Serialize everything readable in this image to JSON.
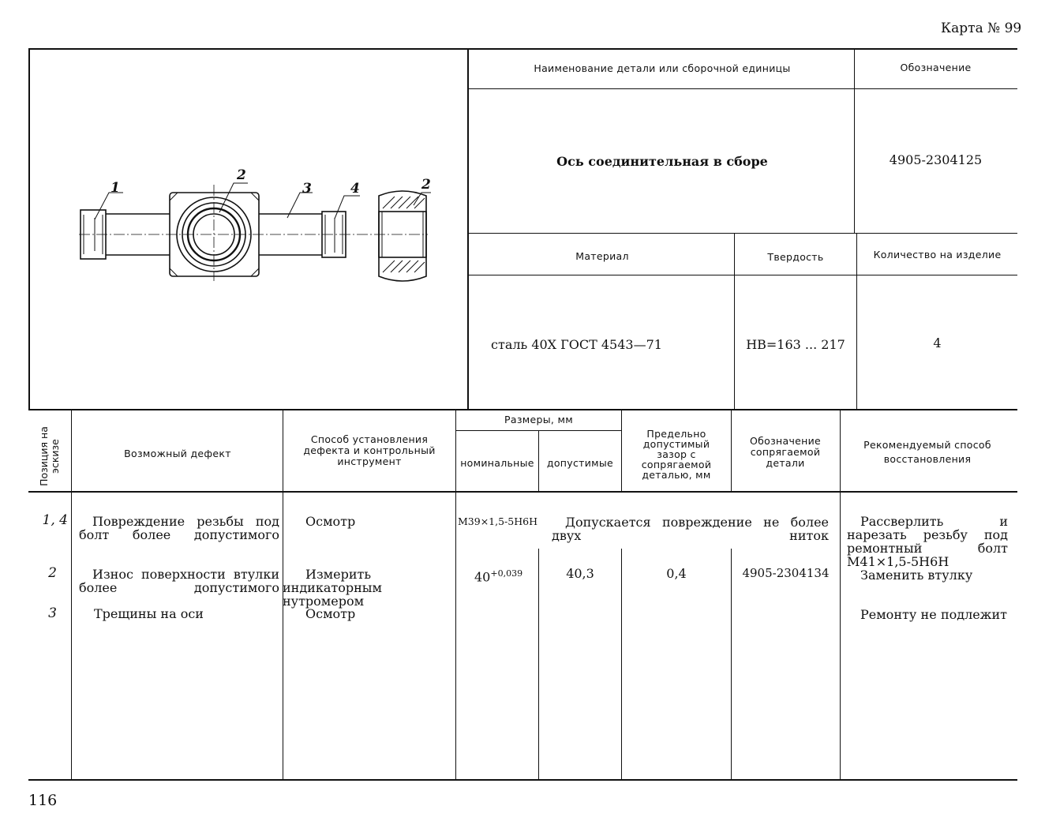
{
  "card_label": "Карта № 99",
  "page_number": "116",
  "header": {
    "name_label": "Наименование детали или сборочной единицы",
    "designation_label": "Обозначение",
    "name_value": "Ось соединительная в сборе",
    "designation_value": "4905-2304125",
    "material_label": "Материал",
    "hardness_label": "Твердость",
    "quantity_label": "Количество на изделие",
    "material_value": "сталь 40X ГОСТ 4543—71",
    "hardness_value": "HB=163 ... 217",
    "quantity_value": "4"
  },
  "sketch": {
    "callouts": [
      "1",
      "2",
      "3",
      "4",
      "2"
    ]
  },
  "table": {
    "headers": {
      "position": "Позиция на эскизе",
      "defect": "Возможный дефект",
      "method": "Способ установления дефекта и контрольный инструмент",
      "sizes": "Размеры, мм",
      "nominal": "номинальные",
      "allowed": "допустимые",
      "gap": "Предельно допустимый зазор с сопрягаемой деталью, мм",
      "mating": "Обозначение сопрягаемой детали",
      "restore": "Рекомендуемый способ восстановления"
    },
    "rows": [
      {
        "position": "1, 4",
        "defect": "Повреждение резьбы под болт более допустимого",
        "method": "Осмотр",
        "nominal": "M39×1,5-5H6H",
        "span": "Допускается повреждение не более двух ниток",
        "restore": "Рассверлить и нарезать резьбу под ремонтный болт M41×1,5-5H6H"
      },
      {
        "position": "2",
        "defect": "Износ поверхности втулки более допустимого",
        "method": "Измерить индикаторным нутромером",
        "nominal_base": "40",
        "nominal_sup": "+0,039",
        "allowed": "40,3",
        "gap": "0,4",
        "mating": "4905-2304134",
        "restore": "Заменить втулку"
      },
      {
        "position": "3",
        "defect": "Трещины на оси",
        "method": "Осмотр",
        "restore": "Ремонту не подлежит"
      }
    ]
  }
}
